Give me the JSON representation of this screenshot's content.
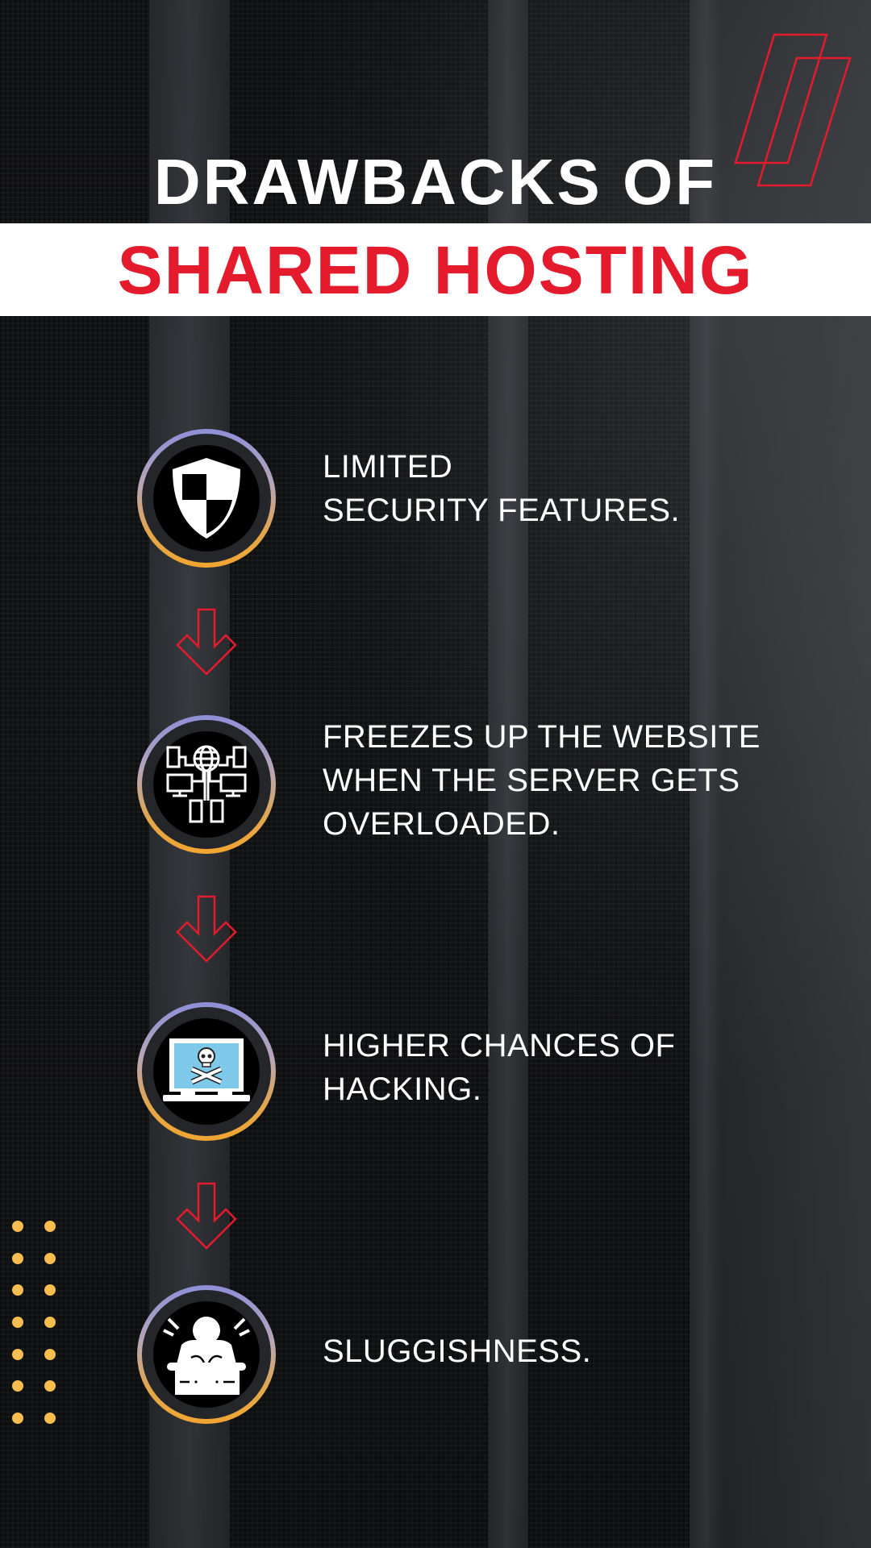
{
  "title": {
    "line1": "DRAWBACKS OF",
    "line2": "SHARED HOSTING"
  },
  "colors": {
    "accent_red": "#e31b2c",
    "ring_top": "#8e8fd8",
    "ring_bottom": "#f2a531",
    "dot_yellow": "#f7bd4f",
    "text_white": "#ffffff"
  },
  "items": [
    {
      "icon": "shield-icon",
      "text": "LIMITED\nSECURITY FEATURES."
    },
    {
      "icon": "network-icon",
      "text": "FREEZES UP THE WEBSITE\nWHEN THE SERVER GETS\nOVERLOADED."
    },
    {
      "icon": "hacked-laptop-icon",
      "text": "HIGHER CHANCES OF\nHACKING."
    },
    {
      "icon": "tired-worker-icon",
      "text": "SLUGGISHNESS."
    }
  ],
  "arrows": [
    "arrow-down-icon",
    "arrow-down-icon",
    "arrow-down-icon"
  ]
}
